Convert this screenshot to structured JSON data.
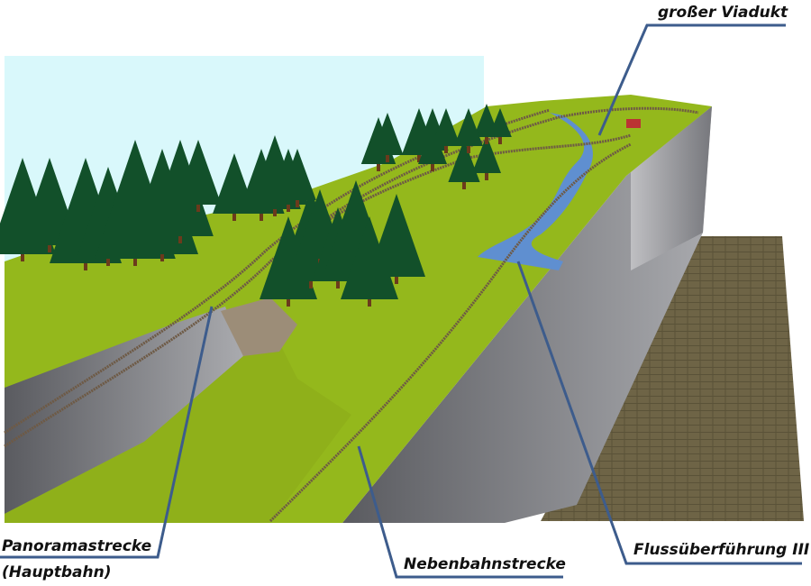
{
  "labels": {
    "viaduct": "großer Viadukt",
    "panorama_line1": "Panoramastrecke",
    "panorama_line2": "(Hauptbahn)",
    "branch_line": "Nebenbahnstrecke",
    "river_crossing": "Flussüberführung III"
  },
  "colors": {
    "callout": "#3d5c8c",
    "sky": "#d9f8fb",
    "grass": "#94b81c",
    "tree": "#12502a",
    "river": "#5f8fd0",
    "cliff": "#7e7f84",
    "floor": "#6e6446"
  }
}
